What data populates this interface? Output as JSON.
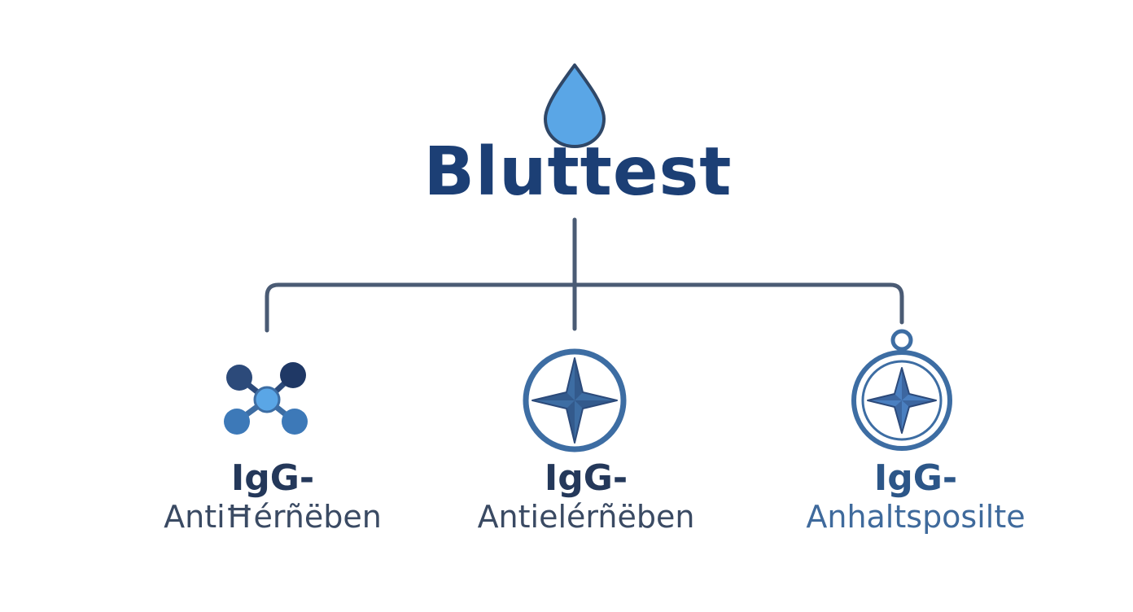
{
  "colors": {
    "navy": "#1c3f75",
    "connector": "#4a5b74",
    "mid_blue": "#3d6da3",
    "light_blue": "#5aa6e6",
    "dark_navy": "#2c4a7a"
  },
  "root": {
    "title": "Bluttest",
    "icon": "blood-drop-icon"
  },
  "children": [
    {
      "icon": "molecule-icon",
      "line1": "IgG-",
      "line2": "AntiĦérñëben"
    },
    {
      "icon": "compass-star-icon",
      "line1": "IgG-",
      "line2": "Antielérñëben"
    },
    {
      "icon": "compass-pendant-icon",
      "line1": "IgG-",
      "line2": "Anhaltsposilte"
    }
  ]
}
